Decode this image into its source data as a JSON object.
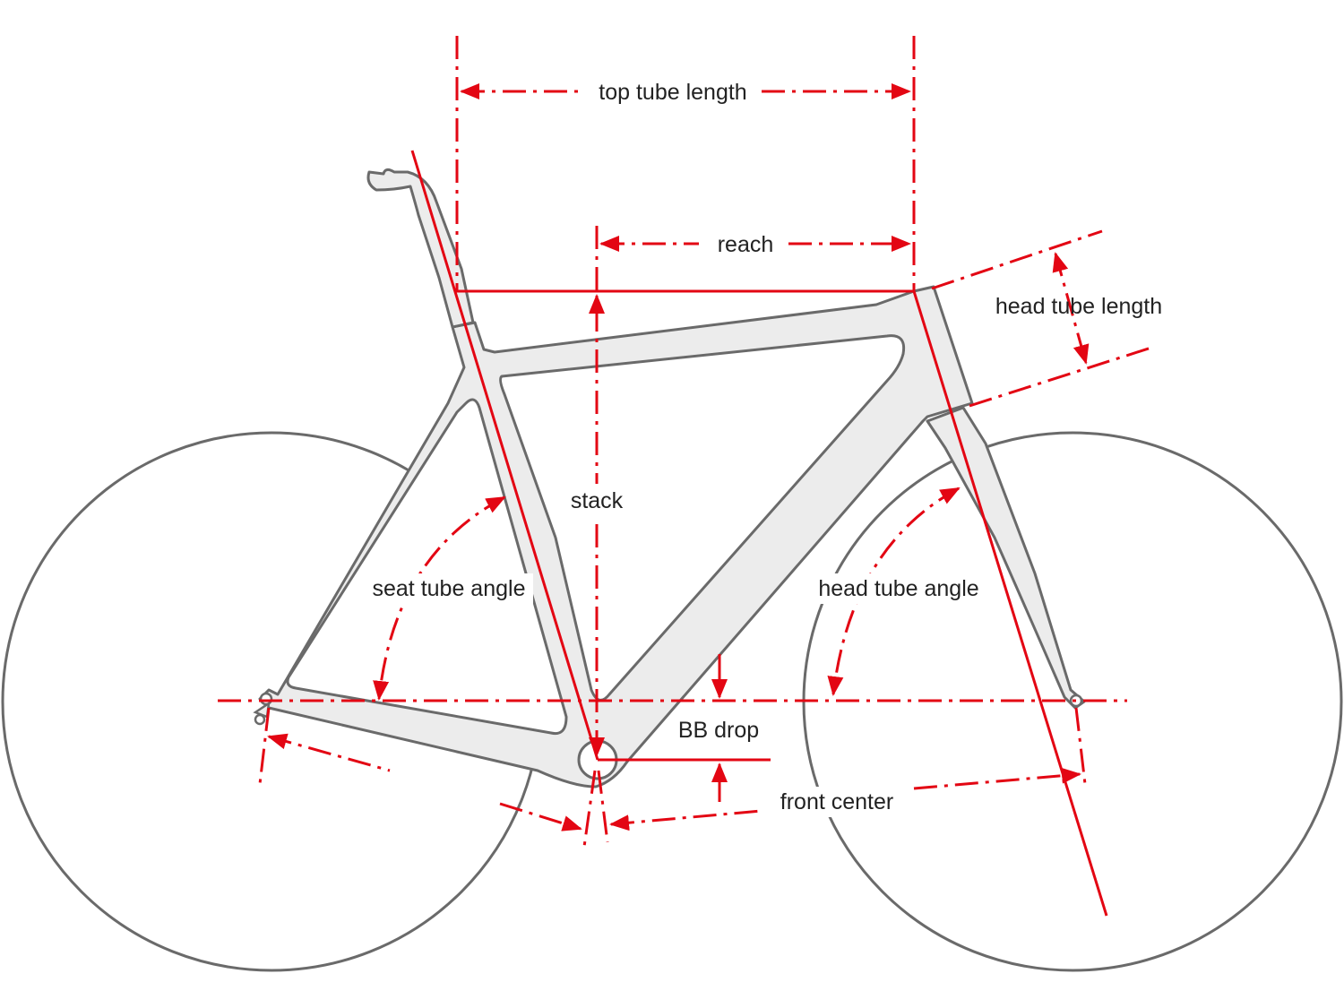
{
  "labels": {
    "top_tube_length": "top tube length",
    "reach": "reach",
    "head_tube_length": "head tube length",
    "stack": "stack",
    "seat_tube_angle": "seat tube angle",
    "head_tube_angle": "head tube angle",
    "bb_drop": "BB drop",
    "front_center": "front center"
  },
  "colors": {
    "dimension": "#e30613",
    "frame_outline": "#6a6a6a",
    "frame_fill": "#ececec",
    "text": "#222222"
  }
}
